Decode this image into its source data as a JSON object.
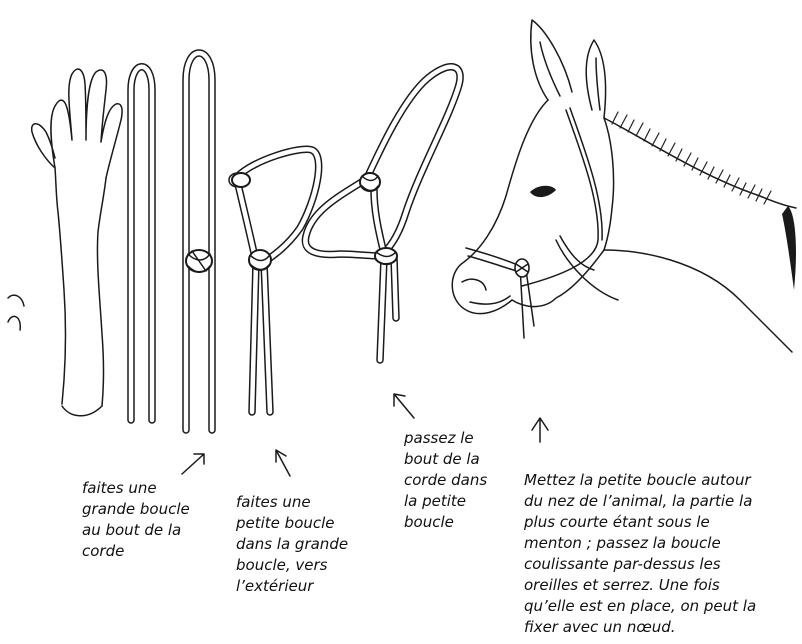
{
  "figure": {
    "steps": [
      {
        "id": "step-1",
        "caption": "faites une\ngrande boucle\nau bout de la\ncorde"
      },
      {
        "id": "step-2",
        "caption": "faites une\npetite boucle\ndans la grande\nboucle, vers\nl’extérieur"
      },
      {
        "id": "step-3",
        "caption": "passez le\nbout de la\ncorde dans\nla petite\nboucle"
      },
      {
        "id": "step-4",
        "caption": "Mettez la petite boucle autour\ndu nez de l’animal, la partie la\nplus courte étant sous le\nmenton ; passez la boucle\ncoulissante par-dessus les\noreilles et serrez. Une fois\nqu’elle est en place, on peut la\nfixer avec un nœud."
      }
    ]
  }
}
